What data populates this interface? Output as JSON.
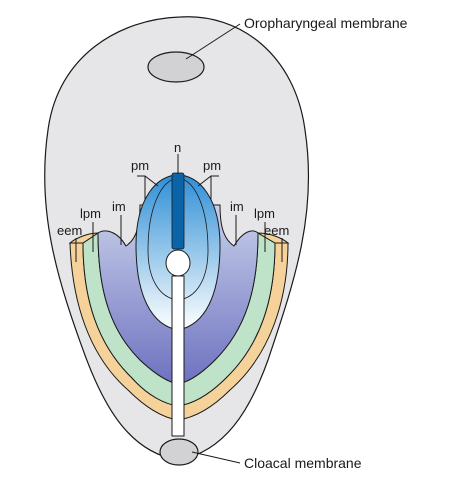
{
  "labels": {
    "oropharyngeal": "Oropharyngeal membrane",
    "cloacal": "Cloacal membrane",
    "n": "n",
    "pm_left": "pm",
    "pm_right": "pm",
    "im_left": "im",
    "im_right": "im",
    "lpm_left": "lpm",
    "lpm_right": "lpm",
    "eem_left": "eem",
    "eem_right": "eem"
  },
  "colors": {
    "embryo_fill": "#e6e6e8",
    "outline": "#1a1a1a",
    "membrane_fill": "#d2d2d4",
    "extraembryonic_mesoderm": "#f5d29a",
    "lateral_plate_mesoderm": "#bfe3c8",
    "intermediate_mesoderm_top": "#c8d0ea",
    "intermediate_mesoderm_bottom": "#6e72c0",
    "paraxial_mesoderm_top": "#2f8fd6",
    "paraxial_mesoderm_bottom": "#ffffff",
    "notochord": "#0b63a8"
  }
}
